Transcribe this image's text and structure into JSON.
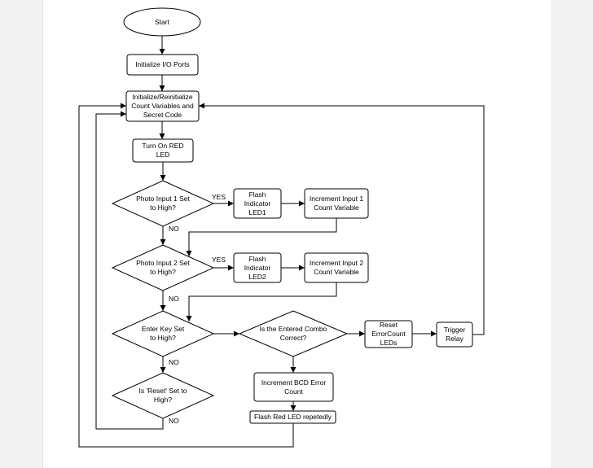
{
  "nodes": {
    "start": "Start",
    "init_io": "Initialize I/O Ports",
    "init_vars": "Initialize/Reinitialize Count Variables and Secret Code",
    "red_led": "Turn On RED LED",
    "photo1": "Photo Input 1 Set to High?",
    "flash1": "Flash Indicator LED1",
    "inc1": "Increment Input 1 Count Variable",
    "photo2": "Photo Input 2 Set to High?",
    "flash2": "Flash Indicator LED2",
    "inc2": "Increment Input 2 Count Variable",
    "enter_key": "Enter Key Set to High?",
    "combo": "Is the Entered Combo Correct?",
    "reset_err": "Reset ErrorCount LEDs",
    "trigger": "Trigger Relay",
    "reset_q": "Is 'Reset' Set to High?",
    "inc_bcd": "Increment BCD Error Count",
    "flash_red": "Flash Red LED repetedly"
  },
  "edge_labels": {
    "yes1": "YES",
    "no1": "NO",
    "yes2": "YES",
    "no2": "NO",
    "no3": "NO",
    "no4": "NO"
  }
}
